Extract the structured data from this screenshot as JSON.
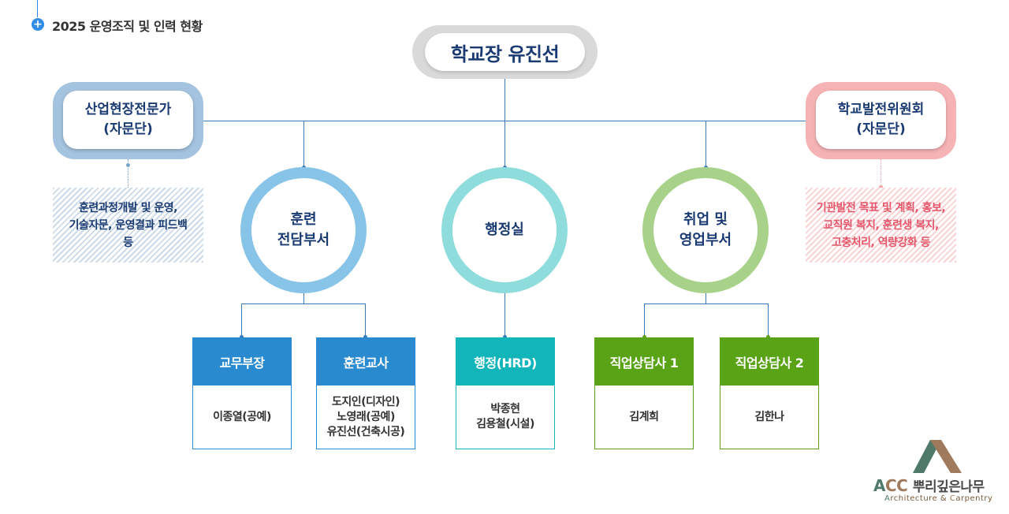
{
  "header": {
    "title": "2025 운영조직 및 인력 현황",
    "icon": "plus-circle-icon"
  },
  "principal": {
    "label": "학교장 유진선"
  },
  "advisory_left": {
    "title_line1": "산업현장전문가",
    "title_line2": "(자문단)",
    "desc_line1": "훈련과정개발 및 운영,",
    "desc_line2": "기술자문, 운영결과 피드백",
    "desc_line3": "등"
  },
  "advisory_right": {
    "title_line1": "학교발전위원회",
    "title_line2": "(자문단)",
    "desc_line1": "기관발전 목표 및 계획, 홍보,",
    "desc_line2": "교직원 복지, 훈련생 복지,",
    "desc_line3": "고충처리, 역량강화 등"
  },
  "departments": {
    "training": {
      "line1": "훈련",
      "line2": "전담부서"
    },
    "admin": {
      "line1": "행정실"
    },
    "employment": {
      "line1": "취업 및",
      "line2": "영업부서"
    }
  },
  "staff": [
    {
      "title": "교무부장",
      "names": [
        "이종열(공예)"
      ]
    },
    {
      "title": "훈련교사",
      "names": [
        "도지인(디자인)",
        "노영래(공예)",
        "유진선(건축시공)"
      ]
    },
    {
      "title": "행정(HRD)",
      "names": [
        "박종현",
        "김용철(시설)"
      ]
    },
    {
      "title": "직업상담사 1",
      "names": [
        "김계희"
      ]
    },
    {
      "title": "직업상담사 2",
      "names": [
        "김한나"
      ]
    }
  ],
  "logo": {
    "brand_a": "A",
    "brand_cc": "CC",
    "brand_korean": "뿌리깊은나무",
    "sub_a": "A",
    "sub_rest1": "rchitecture & ",
    "sub_c": "C",
    "sub_rest2": "arpentry"
  },
  "colors": {
    "navy_text": "#1a3a72",
    "line_blue": "#3a79b8",
    "advisory_left": "#a4c3df",
    "advisory_right": "#f6b3b5",
    "training_ring": "#88c4e8",
    "admin_ring": "#8fdcdc",
    "employment_ring": "#a8d28a",
    "staff_blue": "#2a8ad0",
    "staff_teal": "#12b5b9",
    "staff_green": "#5aa317",
    "logo_green": "#4f7a6a",
    "logo_brown": "#a07a5c"
  }
}
